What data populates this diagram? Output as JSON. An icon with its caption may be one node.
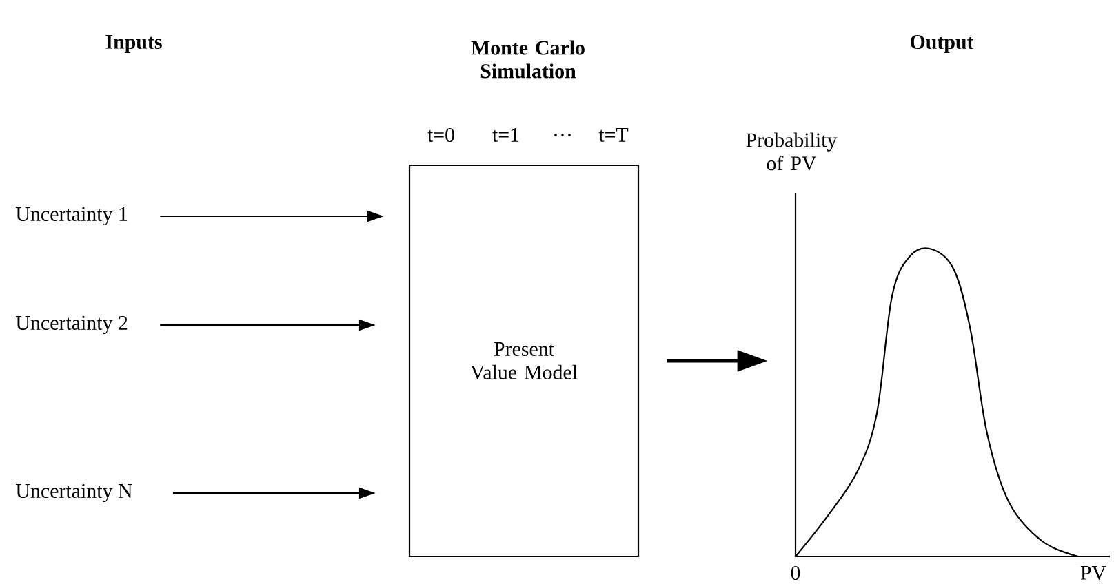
{
  "diagram": {
    "nodes": [
      {
        "text": [
          "Uncertainty 1"
        ]
      },
      {
        "text": [
          "Uncertainty 2"
        ]
      },
      {
        "text": [
          "Uncertainty N"
        ]
      },
      {
        "text": [
          "Present Value Model"
        ],
        "beside": [
          "t=0",
          "t=1",
          "…",
          "t=T"
        ]
      },
      {
        "text": [],
        "shape": "picture"
      }
    ],
    "edges": [
      {
        "from": 0,
        "to": 3,
        "arrow": "to"
      },
      {
        "from": 1,
        "to": 3,
        "arrow": "to"
      },
      {
        "from": 2,
        "to": 3,
        "arrow": "to"
      },
      {
        "from": 3,
        "to": 4,
        "arrow": "to",
        "style": "thick"
      }
    ],
    "labels": [
      "Inputs",
      "Monte Carlo Simulation",
      "Output",
      "Probability of PV",
      "0",
      "PV"
    ]
  }
}
